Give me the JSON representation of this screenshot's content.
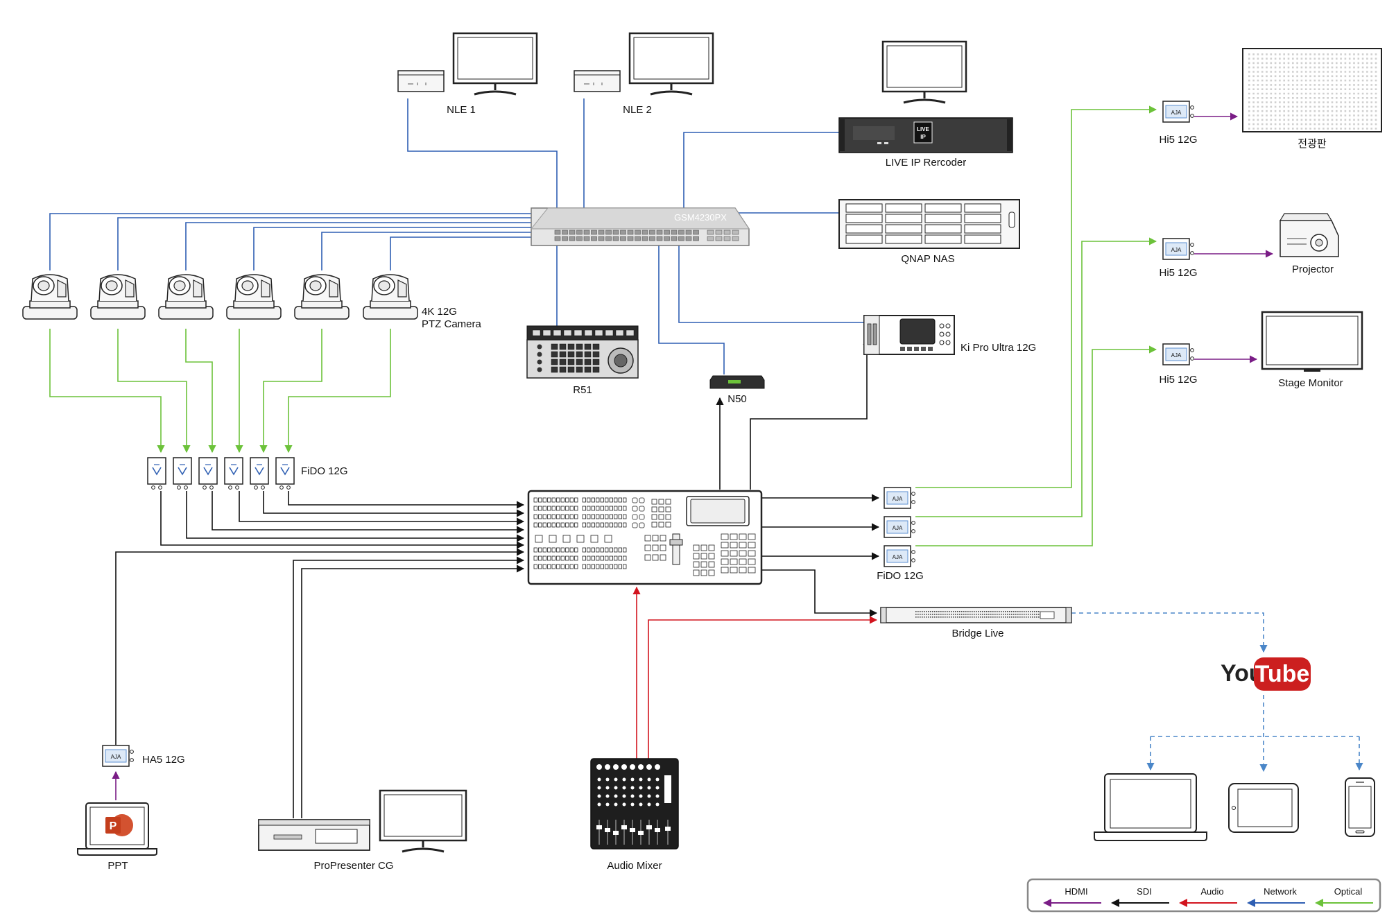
{
  "colors": {
    "hdmi": "#7a1d86",
    "sdi": "#111111",
    "audio": "#d2141e",
    "network": "#2f5fb3",
    "optical": "#6cc23a",
    "stream": "#4a86c8",
    "device_stroke": "#222222",
    "device_fill": "#f2f2f2",
    "youtube_red": "#cc1f1f"
  },
  "labels": {
    "nle1": "NLE 1",
    "nle2": "NLE 2",
    "live_ip": "LIVE IP Rercoder",
    "qnap": "QNAP NAS",
    "switch": "GSM4230PX",
    "camera_line1": "4K 12G",
    "camera_line2": "PTZ Camera",
    "r51": "R51",
    "n50": "N50",
    "kipro": "Ki Pro Ultra 12G",
    "fido_in": "FiDO 12G",
    "fido_out": "FiDO 12G",
    "hi5_1": "Hi5 12G",
    "hi5_2": "Hi5 12G",
    "hi5_3": "Hi5 12G",
    "display_board": "전광판",
    "projector": "Projector",
    "stage_monitor": "Stage Monitor",
    "bridge_live": "Bridge Live",
    "youtube_you": "You",
    "youtube_tube": "Tube",
    "ha5": "HA5 12G",
    "ppt": "PPT",
    "propresenter": "ProPresenter CG",
    "audio_mixer": "Audio Mixer",
    "live_badge_1": "LIVE",
    "live_badge_2": "IP",
    "aja_logo": "AJA"
  },
  "legend": [
    {
      "label": "HDMI",
      "color_key": "hdmi"
    },
    {
      "label": "SDI",
      "color_key": "sdi"
    },
    {
      "label": "Audio",
      "color_key": "audio"
    },
    {
      "label": "Network",
      "color_key": "network"
    },
    {
      "label": "Optical",
      "color_key": "optical"
    }
  ]
}
